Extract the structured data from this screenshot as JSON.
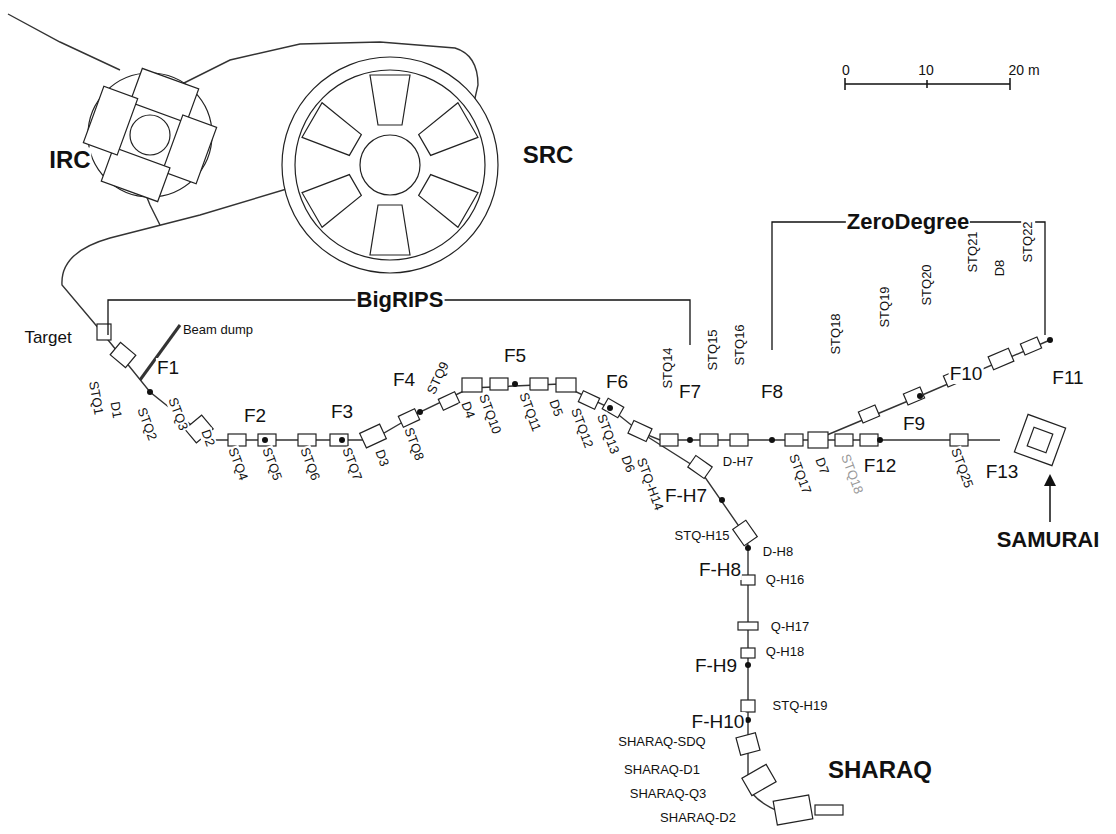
{
  "diagram": {
    "labels": [
      "IRC",
      "SRC",
      "Target",
      "Beam dump",
      "F1",
      "STQ1",
      "D1",
      "STQ2",
      "STQ3",
      "D2",
      "F2",
      "STQ4",
      "STQ5",
      "STQ6",
      "F3",
      "STQ7",
      "D3",
      "F4",
      "STQ8",
      "STQ9",
      "D4",
      "F5",
      "STQ10",
      "STQ11",
      "D5",
      "STQ12",
      "STQ13",
      "F6",
      "D6",
      "STQ-H14",
      "BigRIPS",
      "STQ14",
      "F7",
      "STQ15",
      "STQ16",
      "F8",
      "ZeroDegree",
      "STQ18",
      "STQ17",
      "D7",
      "STQ18",
      "STQ19",
      "STQ20",
      "STQ21",
      "D8",
      "STQ22",
      "F10",
      "F11",
      "F9",
      "F12",
      "STQ25",
      "F13",
      "SAMURAI",
      "D-H7",
      "F-H7",
      "STQ-H15",
      "D-H8",
      "F-H8",
      "Q-H16",
      "Q-H17",
      "Q-H18",
      "F-H9",
      "STQ-H19",
      "F-H10",
      "SHARAQ-SDQ",
      "SHARAQ-D1",
      "SHARAQ-Q3",
      "SHARAQ-D2",
      "SHARAQ",
      "0",
      "10",
      "20 m"
    ]
  }
}
